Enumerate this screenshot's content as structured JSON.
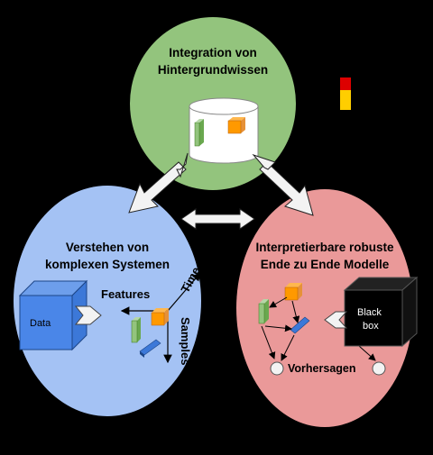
{
  "circles": {
    "top": {
      "line1": "Integration von",
      "line2": "Hintergrundwissen",
      "color": "#93c47d"
    },
    "left": {
      "line1": "Verstehen von",
      "line2": "komplexen Systemen",
      "color": "#a4c2f4"
    },
    "right": {
      "line1": "Interpretierbare robuste",
      "line2": "Ende zu Ende Modelle",
      "color": "#ea9999"
    }
  },
  "labels": {
    "data": "Data",
    "features": "Features",
    "time": "Time",
    "samples": "Samples",
    "blackbox_line1": "Black",
    "blackbox_line2": "box",
    "predictions": "Vorhersagen"
  },
  "colors": {
    "arrow": "#f3f3f3",
    "orange": "#ff9900",
    "green": "#93c47d",
    "blue": "#3c78d8",
    "flag_black": "#000000",
    "flag_red": "#dd0000",
    "flag_gold": "#ffce00"
  }
}
